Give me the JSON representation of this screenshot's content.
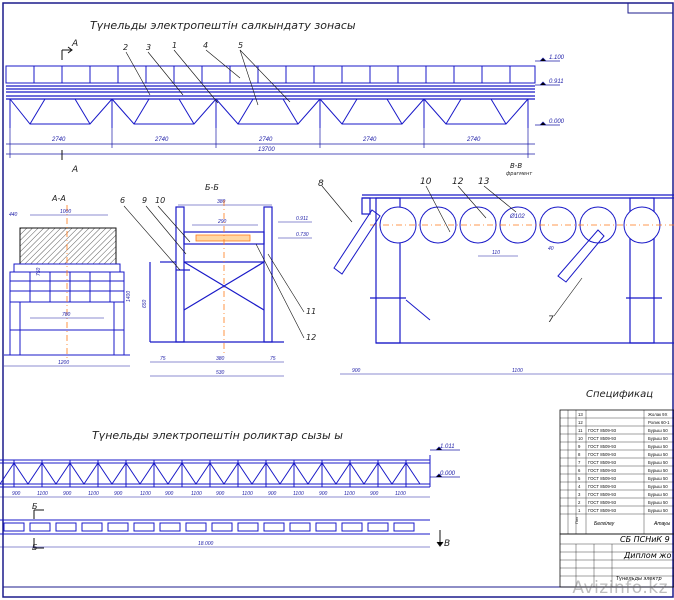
{
  "titles": {
    "zone": "Түнельды электропештiн салкындату зонасы",
    "roller": "Түнельды электропештiн роликтар сызы ы",
    "spec": "Спецификац"
  },
  "section_marks": {
    "a_top": "А",
    "a_bottom": "А",
    "aa": "А-А",
    "bb": "Б-Б",
    "vv": "В-В",
    "b1": "Б",
    "b2": "Б",
    "v": "В"
  },
  "top_view": {
    "callouts": [
      "2",
      "3",
      "1",
      "4",
      "5"
    ],
    "levels": [
      "1.100",
      "0.911",
      "0.000"
    ],
    "spans": [
      "2740",
      "2740",
      "2740",
      "2740",
      "2740"
    ],
    "total": "13700"
  },
  "view_aa": {
    "top": "1000",
    "left_h": "440",
    "mid": "750",
    "inner": "780",
    "bottom": "1200"
  },
  "view_bb": {
    "top": "380",
    "inner": "290",
    "levels": [
      "0.911",
      "0.730"
    ],
    "left_h": "1400",
    "mid_h": "650",
    "bottom_left": "75",
    "bottom_mid": "380",
    "bottom_right": "75",
    "total": "530",
    "callouts": [
      "6",
      "9",
      "10",
      "11",
      "12"
    ]
  },
  "view_vv": {
    "sub": "фрагмент",
    "callouts": [
      "8",
      "10",
      "12",
      "13",
      "7"
    ],
    "dia": "Ø102",
    "pitch": "110",
    "gap": "40",
    "bottom_left": "900",
    "bottom_mid": "1100"
  },
  "roller_view": {
    "levels": [
      "1.011",
      "0.000"
    ],
    "spans": [
      "900",
      "1100",
      "900",
      "1100",
      "900",
      "1100",
      "900",
      "1100",
      "900",
      "1100",
      "900",
      "1100",
      "900",
      "1100",
      "900",
      "1100"
    ],
    "total": "18.000"
  },
  "spec_table": {
    "rows": [
      {
        "no": "13",
        "std": "",
        "name": "Жолак 9Х"
      },
      {
        "no": "12",
        "std": "",
        "name": "Ролик 60-1"
      },
      {
        "no": "11",
        "std": "ГОСТ 8509-93",
        "name": "Бурыш 50"
      },
      {
        "no": "10",
        "std": "ГОСТ 8509-93",
        "name": "Бурыш 50"
      },
      {
        "no": "9",
        "std": "ГОСТ 8509-93",
        "name": "Бурыш 50"
      },
      {
        "no": "8",
        "std": "ГОСТ 8509-93",
        "name": "Бурыш 50"
      },
      {
        "no": "7",
        "std": "ГОСТ 8509-93",
        "name": "Бурыш 50"
      },
      {
        "no": "6",
        "std": "ГОСТ 8509-93",
        "name": "Бурыш 50"
      },
      {
        "no": "5",
        "std": "ГОСТ 8509-93",
        "name": "Бурыш 50"
      },
      {
        "no": "4",
        "std": "ГОСТ 8509-93",
        "name": "Бурыш 50"
      },
      {
        "no": "3",
        "std": "ГОСТ 8509-93",
        "name": "Бурыш 50"
      },
      {
        "no": "2",
        "std": "ГОСТ 8509-93",
        "name": "Бурыш 50"
      },
      {
        "no": "1",
        "std": "ГОСТ 8509-93",
        "name": "Бурыш 50"
      }
    ],
    "pos_label": "Поз",
    "footer_left": "Белгiлеу",
    "footer_right": "Атауы"
  },
  "title_block": {
    "code": "СБ ПСНиК 9",
    "name": "Диплом жо",
    "sub": "Түнельды электр"
  },
  "watermark": "Avizinfo.kz"
}
